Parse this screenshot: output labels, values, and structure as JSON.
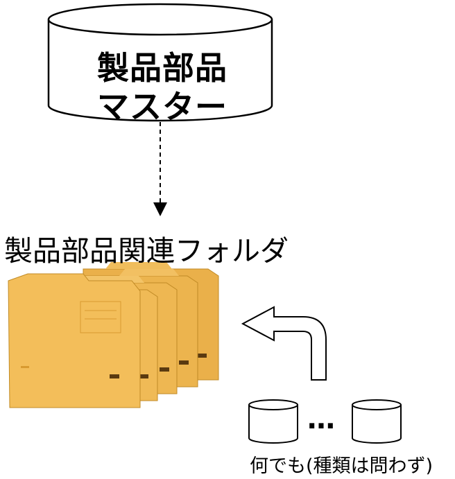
{
  "master_db": {
    "line1": "製品部品",
    "line2": "マスター"
  },
  "folder_group": {
    "title": "製品部品関連フォルダ"
  },
  "sources": {
    "ellipsis": "…",
    "caption": "何でも(種類は問わず)"
  },
  "colors": {
    "stroke": "#000000",
    "folder_fill": "#f2b94a",
    "folder_edge": "#c98c1f",
    "folder_shadow": "#b07818"
  },
  "icons": [
    "database-cylinder-icon",
    "folder-stack-icon",
    "curved-arrow-icon",
    "small-database-icon"
  ]
}
